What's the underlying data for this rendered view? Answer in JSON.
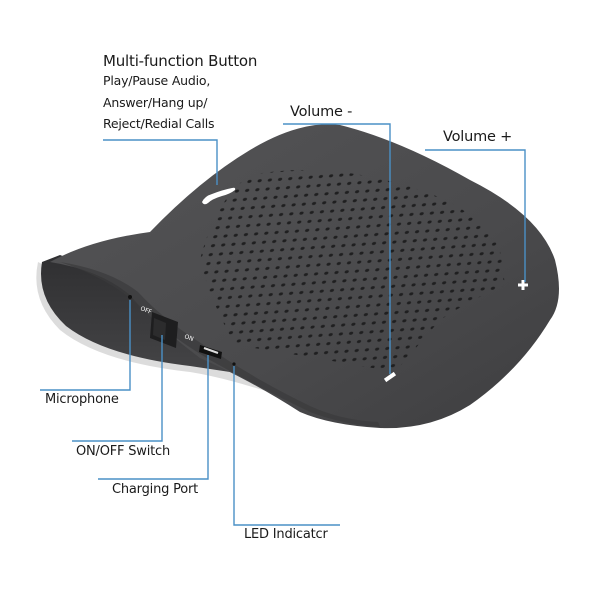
{
  "diagram": {
    "subject": "Bluetooth car speakerphone",
    "colors": {
      "background": "#ffffff",
      "callout_line": "#4a90c6",
      "device_body": "#4b4b4d",
      "device_underside": "#3a3a3c",
      "speaker_holes": "#1f1f20",
      "icon_marks": "#ffffff",
      "text": "#1a1a1a"
    },
    "callouts": {
      "multifunction": {
        "title": "Multi-function Button",
        "lines": [
          "Play/Pause Audio,",
          "Answer/Hang up/",
          "Reject/Redial Calls"
        ],
        "icon": "phone-handset-icon"
      },
      "volume_down": {
        "label": "Volume -",
        "icon": "minus-icon"
      },
      "volume_up": {
        "label": "Volume +",
        "icon": "plus-icon"
      },
      "microphone": {
        "label": "Microphone"
      },
      "switch": {
        "label": "ON/OFF Switch",
        "off_text": "OFF",
        "on_text": "ON"
      },
      "charging": {
        "label": "Charging Port"
      },
      "led": {
        "label": "LED Indicatcr"
      }
    }
  }
}
